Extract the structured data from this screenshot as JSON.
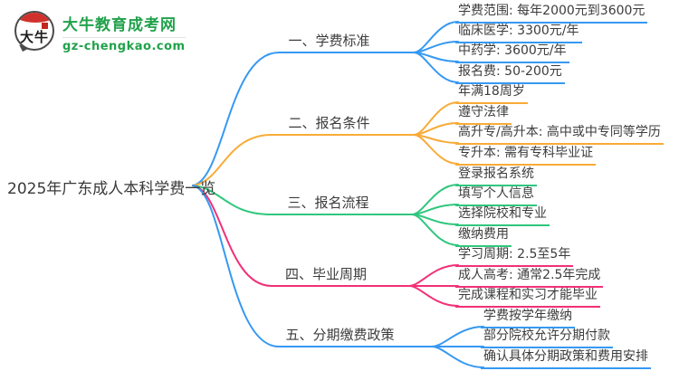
{
  "logo": {
    "icon_text": "大牛",
    "title": "大牛教育成考网",
    "domain": "gz-chengkao.com",
    "brand_green": "#21a24b",
    "brand_red": "#d0312d"
  },
  "root": {
    "label": "2025年广东成人本科学费一览"
  },
  "branches": [
    {
      "label": "一、学费标准",
      "color": "#3699f2",
      "children": [
        "学费范围: 每年2000元到3600元",
        "临床医学: 3300元/年",
        "中药学: 3600元/年",
        "报名费: 50-200元"
      ]
    },
    {
      "label": "二、报名条件",
      "color": "#f8ab38",
      "children": [
        "年满18周岁",
        "遵守法律",
        "高升专/高升本: 高中或中专同等学历",
        "专升本: 需有专科毕业证"
      ]
    },
    {
      "label": "三、报名流程",
      "color": "#2fc77d",
      "children": [
        "登录报名系统",
        "填写个人信息",
        "选择院校和专业",
        "缴纳费用"
      ]
    },
    {
      "label": "四、毕业周期",
      "color": "#f23077",
      "children": [
        "学习周期: 2.5至5年",
        "成人高考: 通常2.5年完成",
        "完成课程和实习才能毕业"
      ]
    },
    {
      "label": "五、分期缴费政策",
      "color": "#3699f2",
      "children": [
        "学费按学年缴纳",
        "部分院校允许分期付款",
        "确认具体分期政策和费用安排"
      ]
    }
  ]
}
